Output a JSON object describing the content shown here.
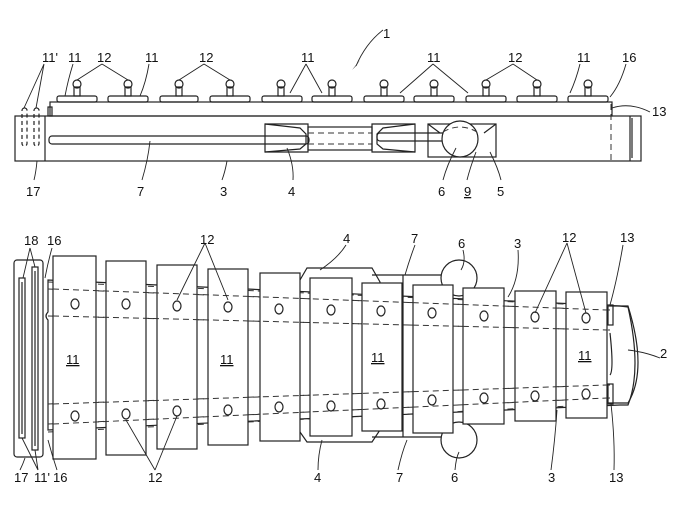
{
  "figure": {
    "type": "patent-drawing",
    "views": [
      "side-elevation",
      "top-plan"
    ]
  },
  "side_view": {
    "labels": {
      "assembly": "1",
      "slot_keys": "11'",
      "key_a": "11",
      "key_b": "11",
      "key_c": "11",
      "key_d": "11",
      "key_e": "11",
      "pins_a": "12",
      "pins_b": "12",
      "pins_c": "12",
      "edge": "16",
      "rail": "13",
      "end_block": "17",
      "rod": "7",
      "base": "3",
      "clamp": "4",
      "ball": "6",
      "seat": "9",
      "support": "5"
    },
    "underlined": [
      "9"
    ]
  },
  "plan_view": {
    "labels": {
      "strips": "18",
      "edge_top": "16",
      "pins_top_a": "12",
      "key_1": "11",
      "key_2": "11",
      "key_3": "11",
      "key_4": "11",
      "clamp_top": "4",
      "rod_top": "7",
      "ball_top": "6",
      "base_top": "3",
      "pins_top_b": "12",
      "rail_top": "13",
      "nose": "2",
      "end_block": "17",
      "slot_keys": "11'",
      "edge_bottom": "16",
      "pins_bottom": "12",
      "clamp_bottom": "4",
      "rod_bottom": "7",
      "ball_bottom": "6",
      "base_bottom": "3",
      "rail_bottom": "13"
    },
    "underlined": [
      "11"
    ]
  }
}
